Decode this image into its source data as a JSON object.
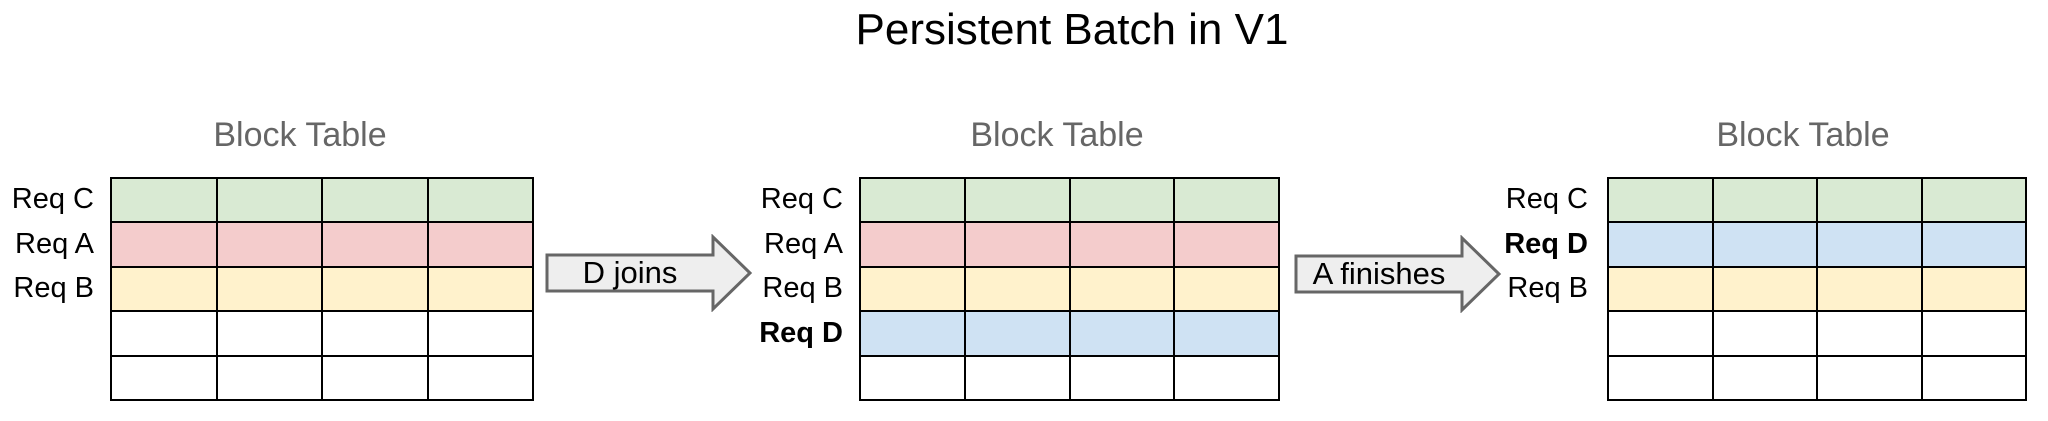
{
  "title": "Persistent Batch in V1",
  "palette": {
    "green": "#d9ead3",
    "red": "#f4cccc",
    "yellow": "#fff2cc",
    "blue": "#cfe2f3",
    "empty": "#ffffff",
    "grid_line": "#000000",
    "block_title_gray": "#666666",
    "arrow_fill": "#eeeeee",
    "arrow_stroke": "#666666"
  },
  "diagram": {
    "tables": [
      {
        "title": "Block Table",
        "columns": 4,
        "rows": [
          {
            "label": "Req C",
            "bold": false,
            "color": "#d9ead3"
          },
          {
            "label": "Req A",
            "bold": false,
            "color": "#f4cccc"
          },
          {
            "label": "Req B",
            "bold": false,
            "color": "#fff2cc"
          },
          {
            "label": "",
            "bold": false,
            "color": "#ffffff"
          },
          {
            "label": "",
            "bold": false,
            "color": "#ffffff"
          }
        ]
      },
      {
        "title": "Block Table",
        "columns": 4,
        "rows": [
          {
            "label": "Req C",
            "bold": false,
            "color": "#d9ead3"
          },
          {
            "label": "Req A",
            "bold": false,
            "color": "#f4cccc"
          },
          {
            "label": "Req B",
            "bold": false,
            "color": "#fff2cc"
          },
          {
            "label": "Req D",
            "bold": true,
            "color": "#cfe2f3"
          },
          {
            "label": "",
            "bold": false,
            "color": "#ffffff"
          }
        ]
      },
      {
        "title": "Block Table",
        "columns": 4,
        "rows": [
          {
            "label": "Req C",
            "bold": false,
            "color": "#d9ead3"
          },
          {
            "label": "Req D",
            "bold": true,
            "color": "#cfe2f3"
          },
          {
            "label": "Req B",
            "bold": false,
            "color": "#fff2cc"
          },
          {
            "label": "",
            "bold": false,
            "color": "#ffffff"
          },
          {
            "label": "",
            "bold": false,
            "color": "#ffffff"
          }
        ]
      }
    ],
    "arrows": [
      {
        "label": "D joins"
      },
      {
        "label": "A finishes"
      }
    ]
  }
}
